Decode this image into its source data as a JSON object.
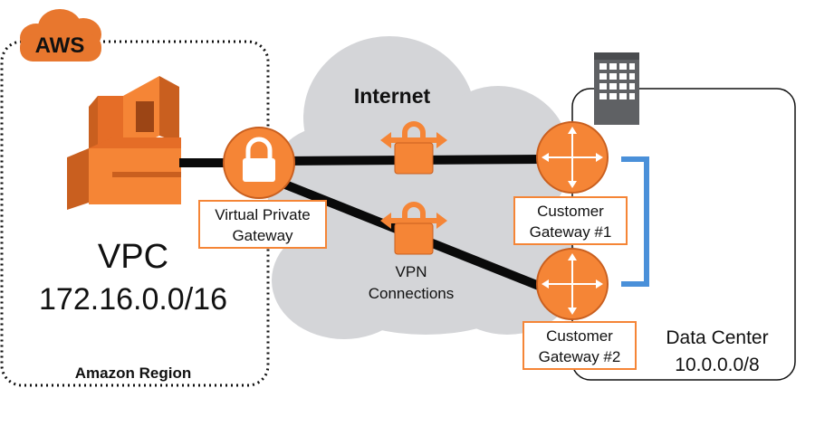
{
  "aws_badge": "AWS",
  "internet_label": "Internet",
  "vpc": {
    "name": "VPC",
    "cidr": "172.16.0.0/16"
  },
  "region_label": "Amazon Region",
  "vgw": {
    "line1": "Virtual Private",
    "line2": "Gateway"
  },
  "vpn": {
    "line1": "VPN",
    "line2": "Connections"
  },
  "cgw1": {
    "line1": "Customer",
    "line2": "Gateway #1"
  },
  "cgw2": {
    "line1": "Customer",
    "line2": "Gateway #2"
  },
  "datacenter": {
    "name": "Data Center",
    "cidr": "10.0.0.0/8"
  },
  "colors": {
    "orange": "#f58536",
    "dark_orange": "#c95f1f",
    "cloud": "#d4d5d8",
    "bracket": "#4a90d9",
    "building": "#5f6164"
  },
  "icons": [
    "aws-cloud-icon",
    "vpc-icon",
    "lock-icon",
    "padlock-icon",
    "router-icon",
    "building-icon"
  ]
}
